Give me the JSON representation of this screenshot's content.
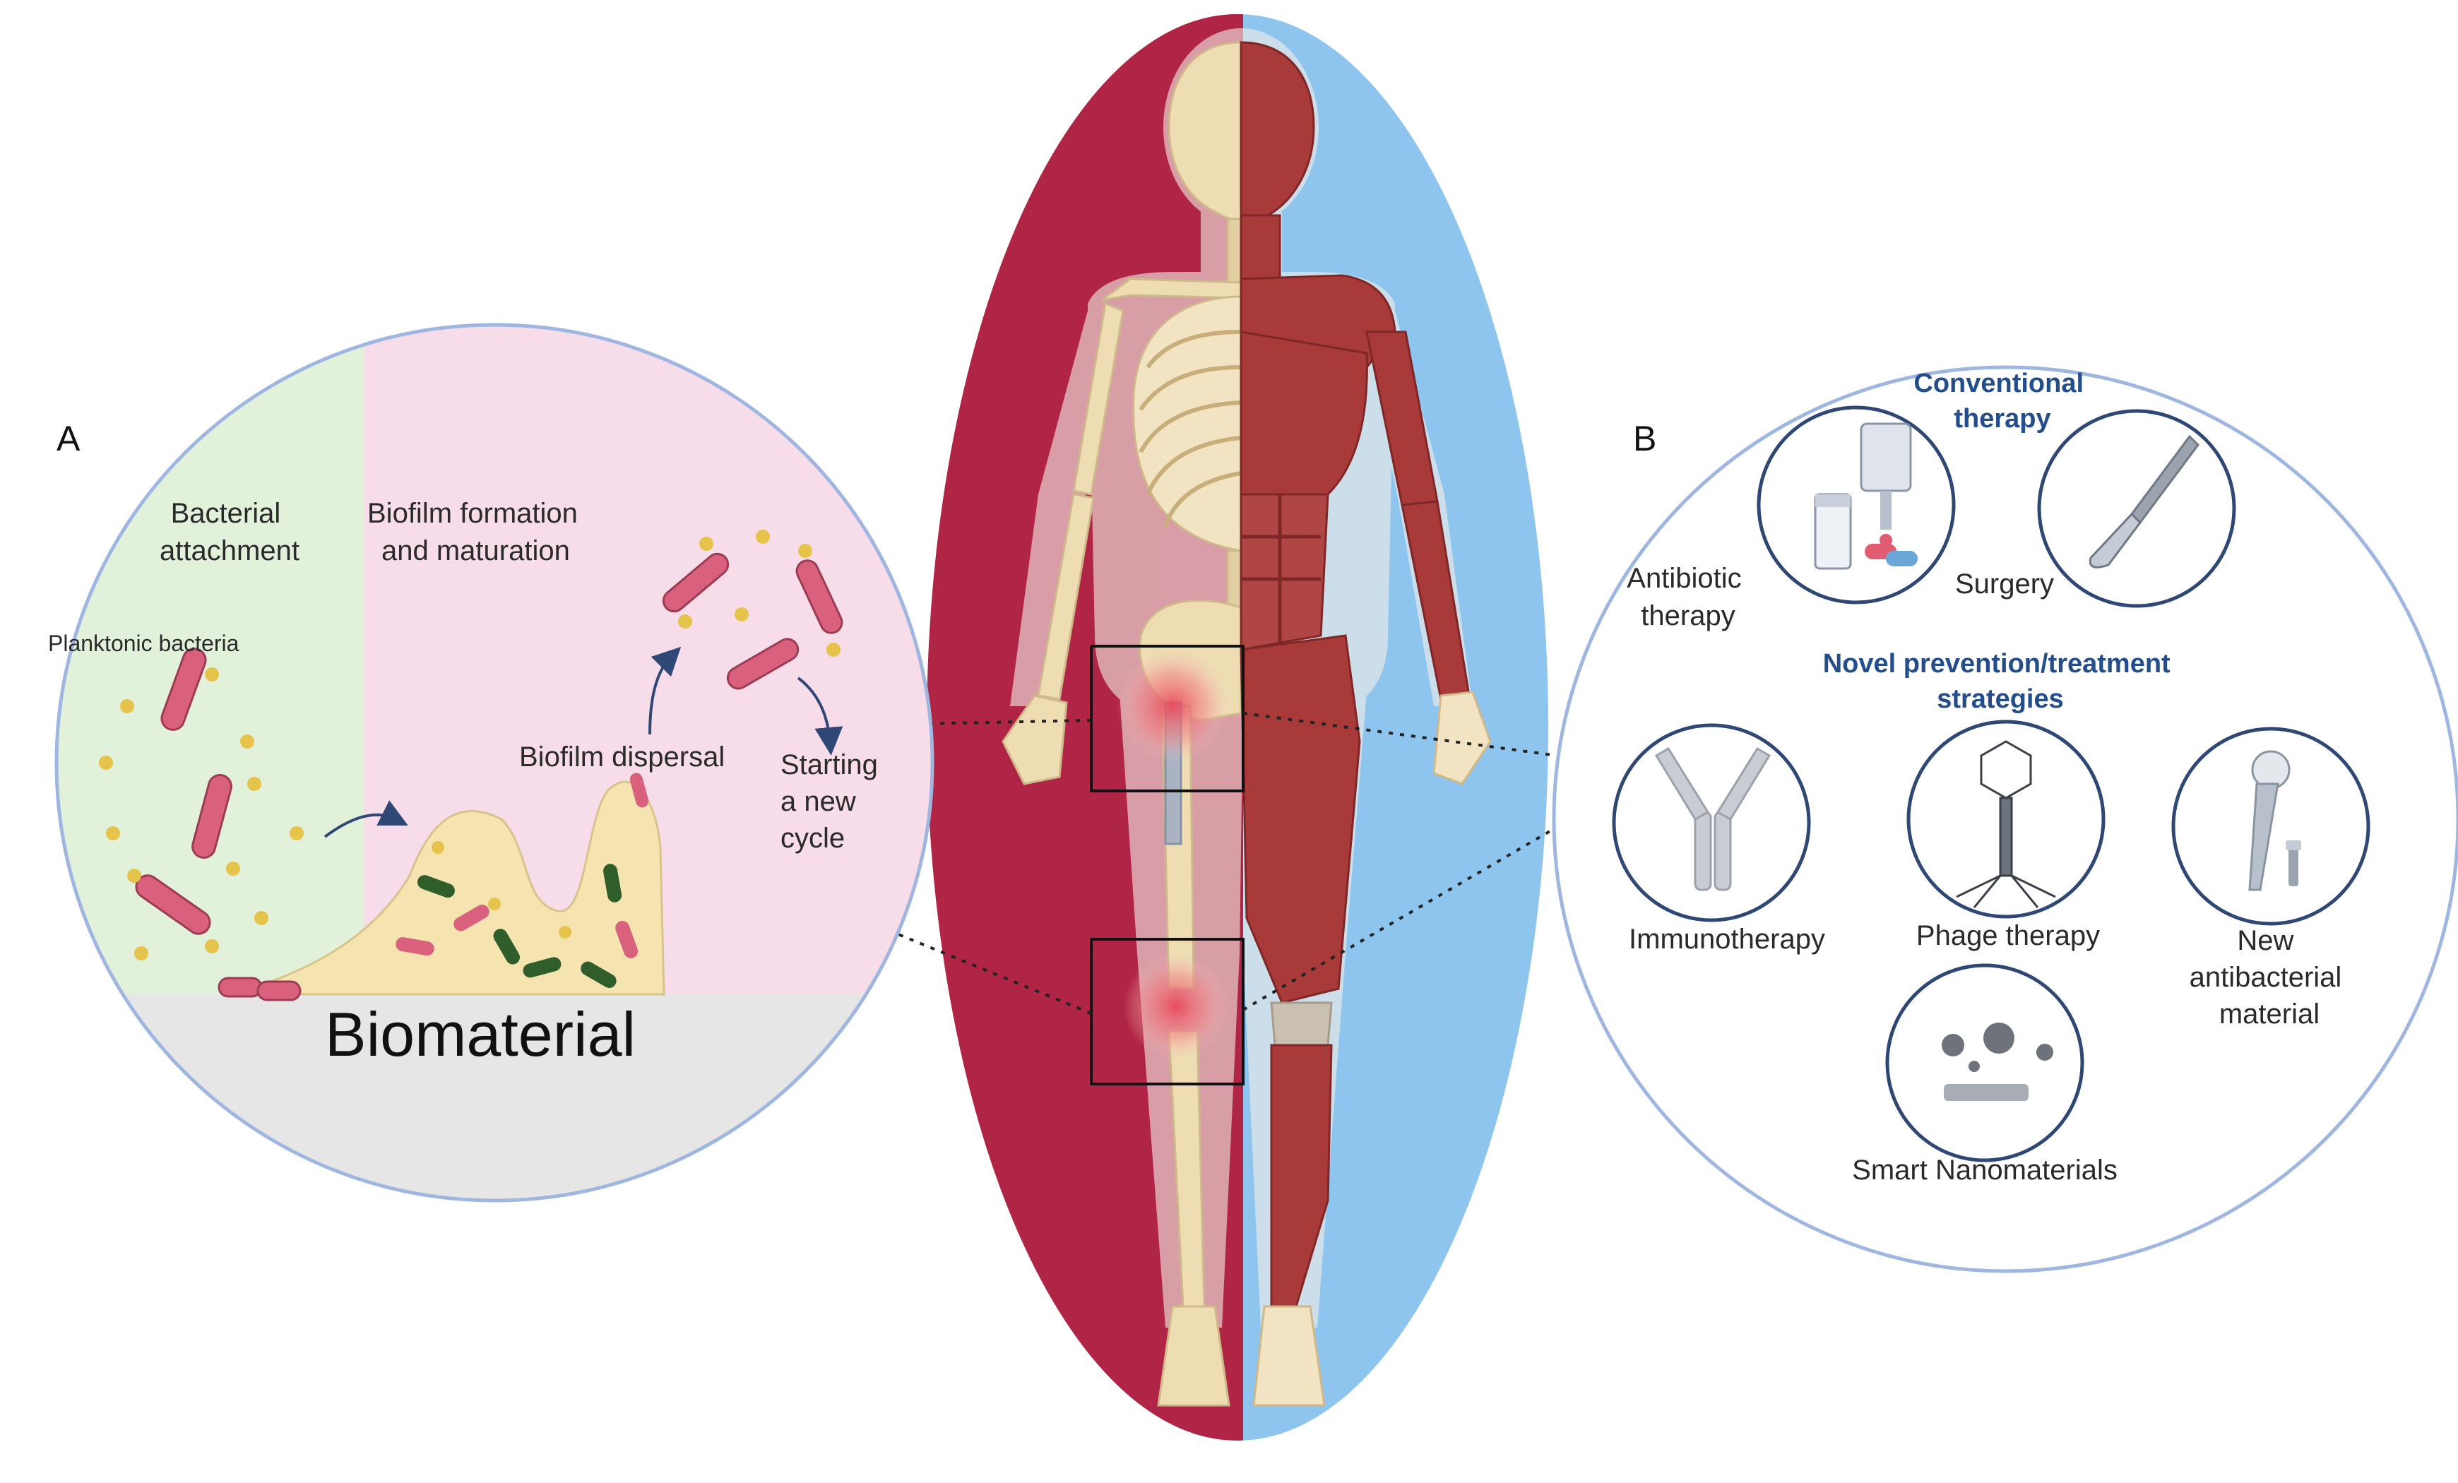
{
  "panel_a": {
    "letter": "A",
    "attachment_lines": [
      "Bacterial",
      "attachment"
    ],
    "formation_lines": [
      "Biofilm formation",
      "and maturation"
    ],
    "planktonic_label": "Planktonic bacteria",
    "dispersal_label": "Biofilm dispersal",
    "new_cycle_lines": [
      "Starting",
      "a   new",
      "cycle"
    ],
    "substrate_label": "Biomaterial",
    "colors": {
      "attachment_bg": "#e2f1d9",
      "formation_bg": "#f7dde9",
      "substrate_bg": "#e6e6e6",
      "bacteria": "#d9617e",
      "biofilm": "#f5e4b0",
      "outline": "#9fb6e0"
    }
  },
  "panel_b": {
    "letter": "B",
    "conventional_title": [
      "Conventional",
      "therapy"
    ],
    "novel_title": [
      "Novel prevention/treatment",
      "strategies"
    ],
    "antibiotic_lines": [
      "Antibiotic",
      "therapy"
    ],
    "surgery_label": "Surgery",
    "immunotherapy_label": "Immunotherapy",
    "phage_label": "Phage therapy",
    "material_lines": [
      "New",
      "antibacterial",
      "material"
    ],
    "nano_label": "Smart Nanomaterials",
    "icons": [
      "antibiotic-icon",
      "scalpel-icon",
      "antibody-icon",
      "bacteriophage-icon",
      "hip-implant-icon",
      "nanoparticles-icon"
    ],
    "colors": {
      "title": "#244d8c",
      "circle_stroke": "#2f4775"
    }
  },
  "body_figure": {
    "colors": {
      "left_bg": "#b02445",
      "right_bg": "#8ec5ee",
      "bone": "#eedcb2",
      "muscle": "#a83a3a",
      "infection": "#e8485a"
    }
  }
}
